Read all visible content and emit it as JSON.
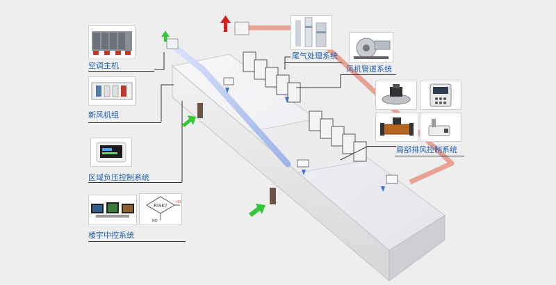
{
  "labels": {
    "chiller": "空调主机",
    "fresh_air_unit": "新风机组",
    "zone_pressure": "区域负压控制系统",
    "bms": "楼宇中控系统",
    "exhaust_treatment": "尾气处理系统",
    "fan_duct": "风机管道系统",
    "local_exhaust": "局部排风控制系统"
  },
  "flowchart_text": {
    "risk": "RISK?",
    "no": "NO",
    "yes": "YES"
  },
  "colors": {
    "label_blue": "#1f5fb0",
    "exhaust_duct": "#e8a294",
    "supply_duct": "#b7c7ee",
    "airflow_green": "#36c836",
    "exhaust_arrow": "#d42020",
    "supply_arrow": "#3a6fd6"
  }
}
